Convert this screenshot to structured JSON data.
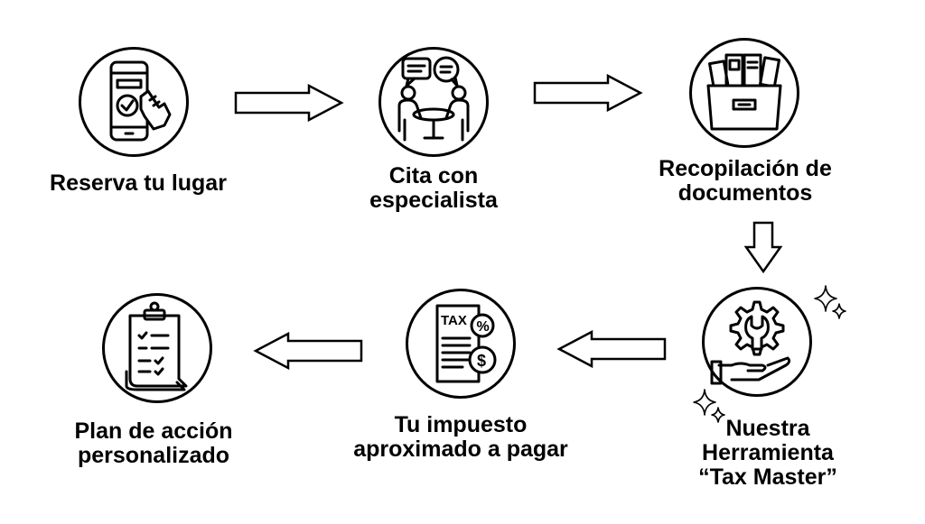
{
  "steps": [
    {
      "id": "reserva",
      "lines": [
        "Reserva tu lugar"
      ]
    },
    {
      "id": "cita",
      "lines": [
        "Cita con",
        "especialista"
      ]
    },
    {
      "id": "recopilacion",
      "lines": [
        "Recopilación de",
        "documentos"
      ]
    },
    {
      "id": "herramienta",
      "lines": [
        "Nuestra",
        "Herramienta",
        "“Tax Master”"
      ]
    },
    {
      "id": "impuesto",
      "lines": [
        "Tu impuesto",
        "aproximado a pagar"
      ]
    },
    {
      "id": "plan",
      "lines": [
        "Plan de acción",
        "personalizado"
      ]
    }
  ],
  "icons": {
    "tax_label": "TAX",
    "percent": "%",
    "dollar": "$"
  },
  "colors": {
    "stroke": "#000000",
    "background": "#ffffff"
  }
}
